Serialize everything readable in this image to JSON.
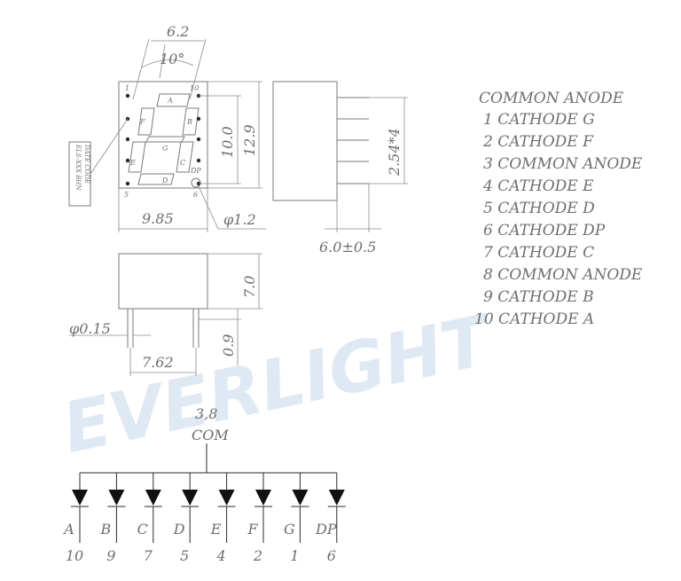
{
  "watermark": "EVERLIGHT",
  "front_view": {
    "dim_top": "6.2",
    "dim_angle": "10°",
    "dim_inner_height": "10.0",
    "dim_outer_height": "12.9",
    "dim_width": "9.85",
    "dim_dp": "φ1.2",
    "pin_label_1": "1",
    "pin_label_10": "10",
    "pin_label_5": "5",
    "pin_label_6": "6",
    "seg_a": "A",
    "seg_b": "B",
    "seg_c": "C",
    "seg_d": "D",
    "seg_e": "E",
    "seg_f": "F",
    "seg_g": "G",
    "seg_dp": "DP",
    "side_label_1": "ELS-XXX BHN",
    "side_label_2": "DATE  CODE"
  },
  "side_view": {
    "dim_pitch": "2.54*4",
    "dim_lead": "6.0±0.5"
  },
  "bottom_view": {
    "dim_height": "7.0",
    "dim_pin_thickness": "φ0.15",
    "dim_spacing": "7.62",
    "dim_standoff": "0.9"
  },
  "pin_list": [
    "COMMON ANODE",
    "1  CATHODE  G",
    "2  CATHODE  F",
    "3  COMMON  ANODE",
    "4  CATHODE  E",
    "5  CATHODE  D",
    "6  CATHODE  DP",
    "7  CATHODE  C",
    "8  COMMON  ANODE",
    "9  CATHODE  B",
    "10  CATHODE  A"
  ],
  "circuit": {
    "com_pins": "3,8",
    "com_label": "COM",
    "segments": [
      "A",
      "B",
      "C",
      "D",
      "E",
      "F",
      "G",
      "DP"
    ],
    "pins": [
      "10",
      "9",
      "7",
      "5",
      "4",
      "2",
      "1",
      "6"
    ]
  }
}
